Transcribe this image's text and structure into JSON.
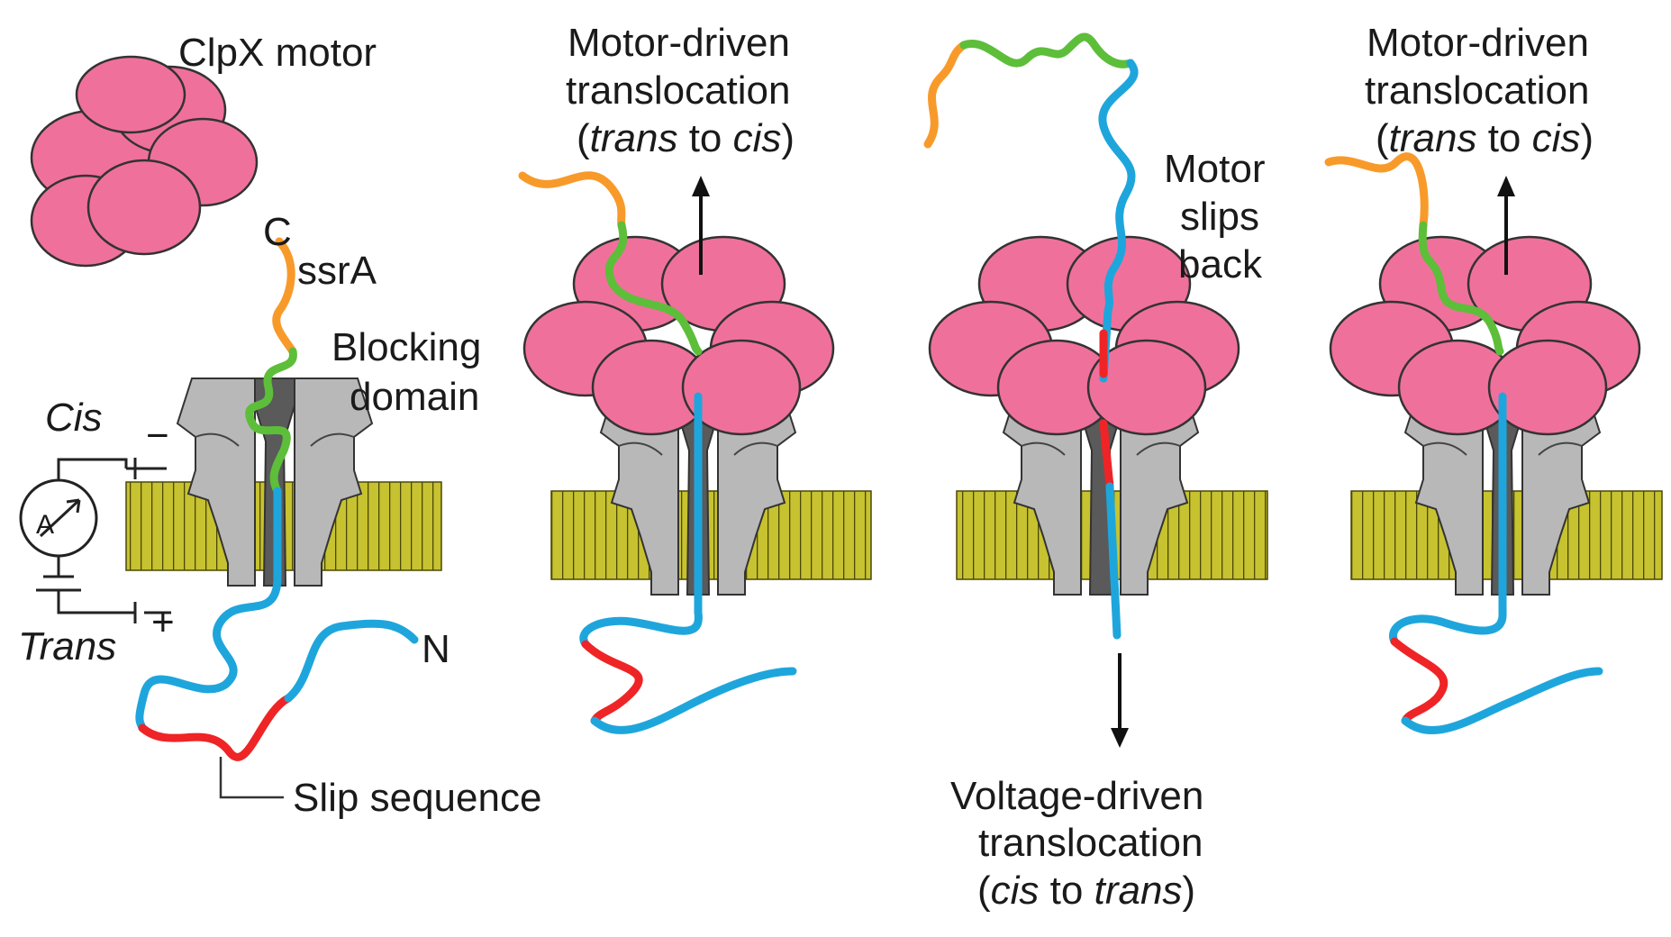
{
  "colors": {
    "motor_pink": "#f0709c",
    "pore_light": "#b8b8b8",
    "pore_dark": "#5a5a5a",
    "membrane": "#c7c230",
    "peptide_blue": "#1ea6dc",
    "peptide_red": "#ef2426",
    "peptide_green": "#5dbe3a",
    "peptide_orange": "#f89a2a"
  },
  "labels": {
    "clpx_motor": "ClpX motor",
    "c_terminus": "C",
    "ssra": "ssrA",
    "blocking_line1": "Blocking",
    "blocking_line2": "domain",
    "cis": "Cis",
    "minus": "−",
    "trans": "Trans",
    "plus": "+",
    "ammeter": "A",
    "n_terminus": "N",
    "slip_sequence": "Slip sequence",
    "motor_driven_1": "Motor-driven",
    "motor_driven_2": "translocation",
    "trans_to_cis": {
      "open": "(",
      "w1": "trans",
      "mid": " to ",
      "w2": "cis",
      "close": ")"
    },
    "slips_1": "Motor",
    "slips_2": "slips",
    "slips_3": "back",
    "voltage_1": "Voltage-driven",
    "voltage_2": "translocation",
    "cis_to_trans": {
      "open": "(",
      "w1": "cis",
      "mid": " to ",
      "w2": "trans",
      "close": ")"
    }
  }
}
